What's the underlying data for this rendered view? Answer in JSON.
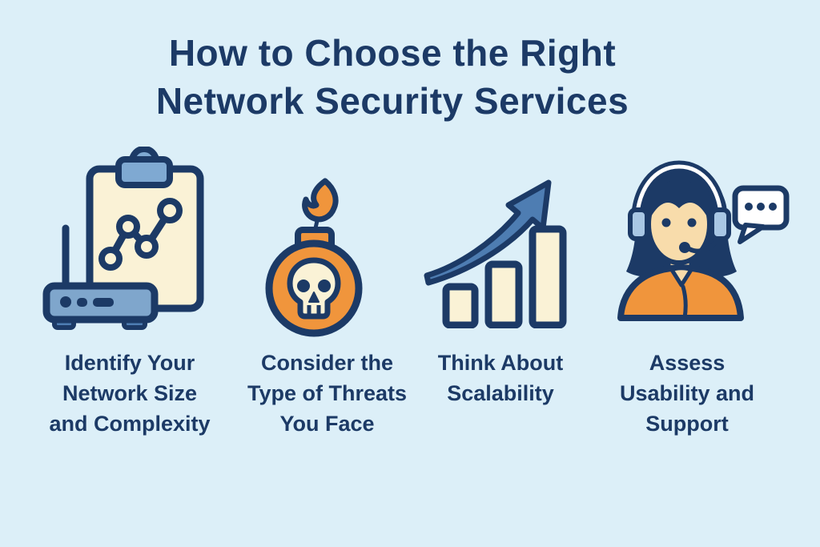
{
  "title": {
    "line1": "How to Choose the Right",
    "line2": "Network Security Services"
  },
  "items": [
    {
      "icon": "clipboard-router-icon",
      "label": "Identify Your Network Size and Complexity"
    },
    {
      "icon": "bomb-skull-icon",
      "label": "Consider the Type of Threats You Face"
    },
    {
      "icon": "growth-arrow-chart-icon",
      "label": "Think About Scalability"
    },
    {
      "icon": "support-agent-icon",
      "label": "Assess Usability and Support"
    }
  ],
  "palette": {
    "bg": "#DCEFF8",
    "navy": "#1C3A66",
    "clipBlue": "#7FA9D2",
    "routerBlue": "#7FA6CC",
    "cupBlue": "#A9C7E4",
    "arrowBlue": "#4E7DB2",
    "cream": "#FAF2D6",
    "orange": "#F0953C",
    "skin": "#F8DCAB",
    "white": "#FFFFFF"
  }
}
